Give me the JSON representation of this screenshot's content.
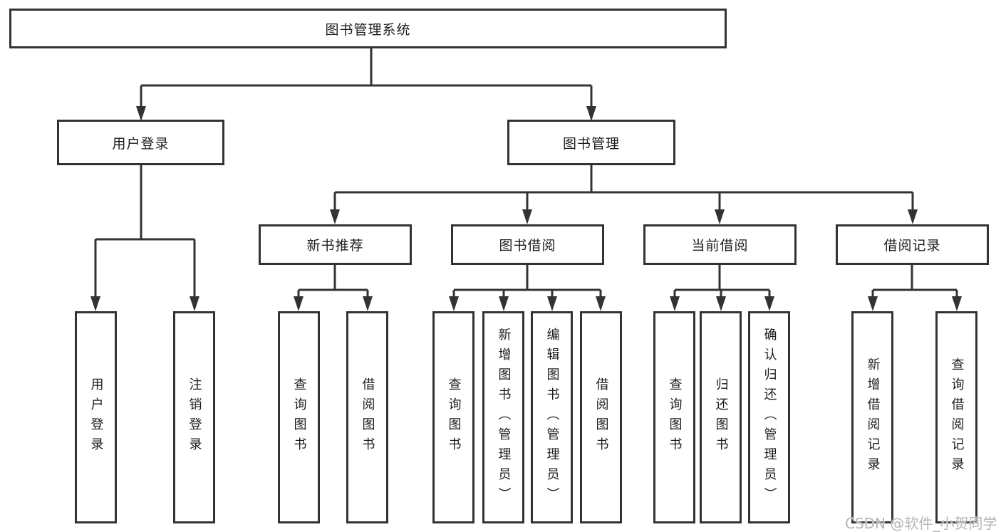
{
  "diagram": {
    "root": "图书管理系统",
    "level2": [
      "用户登录",
      "图书管理"
    ],
    "level3": [
      "新书推荐",
      "图书借阅",
      "当前借阅",
      "借阅记录"
    ],
    "leaves": {
      "login": [
        "用户登录",
        "注销登录"
      ],
      "recommend": [
        "查询图书",
        "借阅图书"
      ],
      "borrow": [
        "查询图书",
        "新增图书（管理员）",
        "编辑图书（管理员）",
        "借阅图书"
      ],
      "current": [
        "查询图书",
        "归还图书",
        "确认归还（管理员）"
      ],
      "records": [
        "新增借阅记录",
        "查询借阅记录"
      ]
    },
    "colors": {
      "line": "#333333",
      "text": "#1c1c1c",
      "watermark": "#b5b5b5",
      "background": "#ffffff"
    },
    "watermark": "CSDN @软件_小贺同学"
  }
}
